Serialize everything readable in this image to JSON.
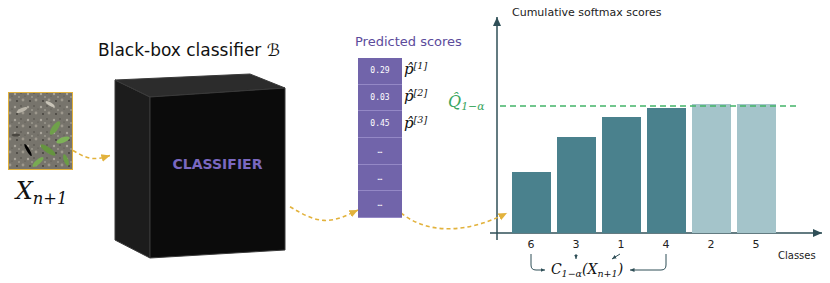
{
  "diagram": {
    "nodes": [
      {
        "text": [
          "Xn+1"
        ]
      },
      {
        "text": [
          "Black-box classifier ℬ",
          "CLASSIFIER"
        ]
      },
      {
        "text": [
          "Predicted scores"
        ]
      },
      {
        "text": [
          "0.29"
        ],
        "in": 2
      },
      {
        "text": [
          "0.03"
        ],
        "in": 2
      },
      {
        "text": [
          "0.45"
        ],
        "in": 2
      },
      {
        "text": [
          "…"
        ],
        "in": 2
      },
      {
        "text": [
          "…"
        ],
        "in": 2
      },
      {
        "text": [
          "…"
        ],
        "in": 2
      }
    ],
    "edges": [
      {
        "from": 0,
        "to": 1,
        "arrow": "to"
      },
      {
        "from": 1,
        "to": 2,
        "arrow": "to"
      }
    ],
    "labels": [
      "p̂[1]",
      "p̂[2]",
      "p̂[3]",
      "Cumulative softmax scores",
      "Q̂1−α",
      "6",
      "3",
      "1",
      "4",
      "2",
      "5",
      "Classes",
      "C1−α(Xn+1)"
    ]
  }
}
